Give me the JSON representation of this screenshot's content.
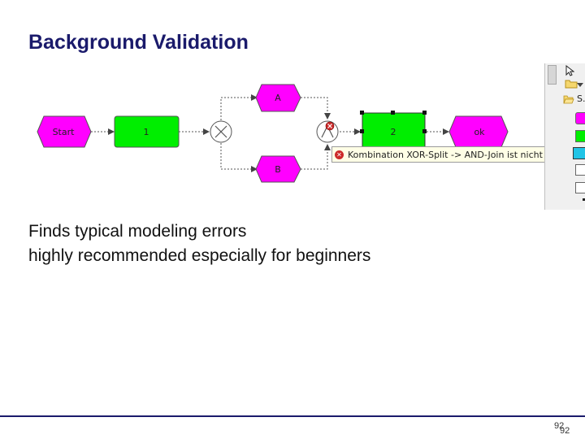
{
  "slide": {
    "title": "Background Validation",
    "bullets": [
      "Finds typical modeling errors",
      "highly recommended especially for beginners"
    ],
    "page_number": "92",
    "page_number_overlay": "92"
  },
  "diagram": {
    "nodes": {
      "start": "Start",
      "task1": "1",
      "task_a": "A",
      "task_b": "B",
      "task2": "2",
      "end": "ok"
    },
    "gateways": {
      "split": "XOR",
      "join": "AND"
    },
    "error_tooltip": "Kombination XOR-Split -> AND-Join ist nicht erlaubt!"
  },
  "palette": {
    "section_label": "S..."
  },
  "colors": {
    "event": "#ff00ff",
    "task": "#00ee00",
    "title": "#1a1a6b",
    "error": "#cc2a2a",
    "tooltip_bg": "#ffffe6"
  },
  "icons": [
    "close-icon",
    "folder-icon",
    "arrow-cursor-icon",
    "error-icon"
  ]
}
